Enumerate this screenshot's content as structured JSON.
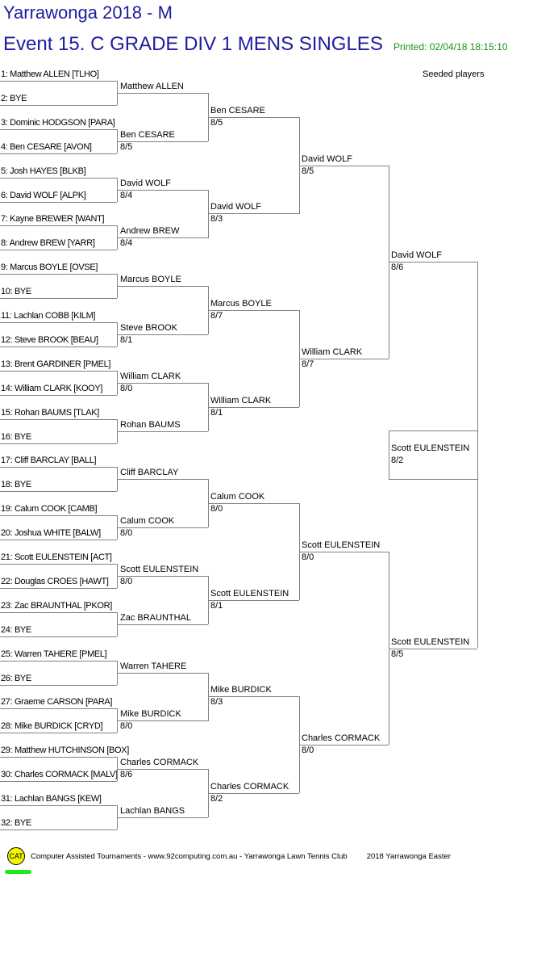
{
  "header": {
    "tournament": "Yarrawonga 2018 - M",
    "event": "Event 15. C GRADE DIV 1 MENS SINGLES",
    "printed": "Printed: 02/04/18 18:15:10",
    "seeded_label": "Seeded players"
  },
  "colors": {
    "title": "#1c1ca0",
    "printed": "#149614",
    "lines": "#808080"
  },
  "rounds": [
    {
      "entries": [
        "1: Matthew ALLEN [TLHO]",
        "2: BYE",
        "3: Dominic HODGSON [PARA]",
        "4: Ben CESARE [AVON]",
        "5: Josh HAYES [BLKB]",
        "6: David WOLF [ALPK]",
        "7: Kayne BREWER [WANT]",
        "8: Andrew BREW [YARR]",
        "9: Marcus BOYLE [OVSE]",
        "10: BYE",
        "11: Lachlan COBB [KILM]",
        "12: Steve BROOK [BEAU]",
        "13: Brent GARDINER [PMEL]",
        "14: William CLARK [KOOY]",
        "15: Rohan BAUMS [TLAK]",
        "16: BYE",
        "17: Cliff BARCLAY [BALL]",
        "18: BYE",
        "19: Calum COOK [CAMB]",
        "20: Joshua WHITE [BALW]",
        "21: Scott EULENSTEIN [ACT]",
        "22: Douglas CROES [HAWT]",
        "23: Zac BRAUNTHAL [PKOR]",
        "24: BYE",
        "25: Warren TAHERE [PMEL]",
        "26: BYE",
        "27: Graeme CARSON [PARA]",
        "28: Mike BURDICK [CRYD]",
        "29: Matthew HUTCHINSON [BOX]",
        "30: Charles CORMACK [MALV]",
        "31: Lachlan BANGS [KEW]",
        "32: BYE"
      ]
    },
    {
      "matches": [
        {
          "winner": "Matthew ALLEN",
          "score": ""
        },
        {
          "winner": "Ben CESARE",
          "score": "8/5"
        },
        {
          "winner": "David WOLF",
          "score": "8/4"
        },
        {
          "winner": "Andrew BREW",
          "score": "8/4"
        },
        {
          "winner": "Marcus BOYLE",
          "score": ""
        },
        {
          "winner": "Steve BROOK",
          "score": "8/1"
        },
        {
          "winner": "William CLARK",
          "score": "8/0"
        },
        {
          "winner": "Rohan BAUMS",
          "score": ""
        },
        {
          "winner": "Cliff BARCLAY",
          "score": ""
        },
        {
          "winner": "Calum COOK",
          "score": "8/0"
        },
        {
          "winner": "Scott EULENSTEIN",
          "score": "8/0"
        },
        {
          "winner": "Zac BRAUNTHAL",
          "score": ""
        },
        {
          "winner": "Warren TAHERE",
          "score": ""
        },
        {
          "winner": "Mike BURDICK",
          "score": "8/0"
        },
        {
          "winner": "Charles CORMACK",
          "score": "8/6"
        },
        {
          "winner": "Lachlan BANGS",
          "score": ""
        }
      ]
    },
    {
      "matches": [
        {
          "winner": "Ben CESARE",
          "score": "8/5"
        },
        {
          "winner": "David WOLF",
          "score": "8/3"
        },
        {
          "winner": "Marcus BOYLE",
          "score": "8/7"
        },
        {
          "winner": "William CLARK",
          "score": "8/1"
        },
        {
          "winner": "Calum COOK",
          "score": "8/0"
        },
        {
          "winner": "Scott EULENSTEIN",
          "score": "8/1"
        },
        {
          "winner": "Mike BURDICK",
          "score": "8/3"
        },
        {
          "winner": "Charles CORMACK",
          "score": "8/2"
        }
      ]
    },
    {
      "matches": [
        {
          "winner": "David WOLF",
          "score": "8/5"
        },
        {
          "winner": "William CLARK",
          "score": "8/7"
        },
        {
          "winner": "Scott EULENSTEIN",
          "score": "8/0"
        },
        {
          "winner": "Charles CORMACK",
          "score": "8/0"
        }
      ]
    },
    {
      "matches": [
        {
          "winner": "David WOLF",
          "score": "8/6"
        },
        {
          "winner": "Scott EULENSTEIN",
          "score": "8/5"
        }
      ]
    },
    {
      "matches": [
        {
          "winner": "Scott EULENSTEIN",
          "score": "8/2"
        }
      ]
    }
  ],
  "footer": {
    "logo": "CAT",
    "credits": "Computer Assisted Tournaments - www.92computing.com.au -  Yarrawonga Lawn Tennis Club",
    "event_name": "2018 Yarrawonga Easter"
  }
}
